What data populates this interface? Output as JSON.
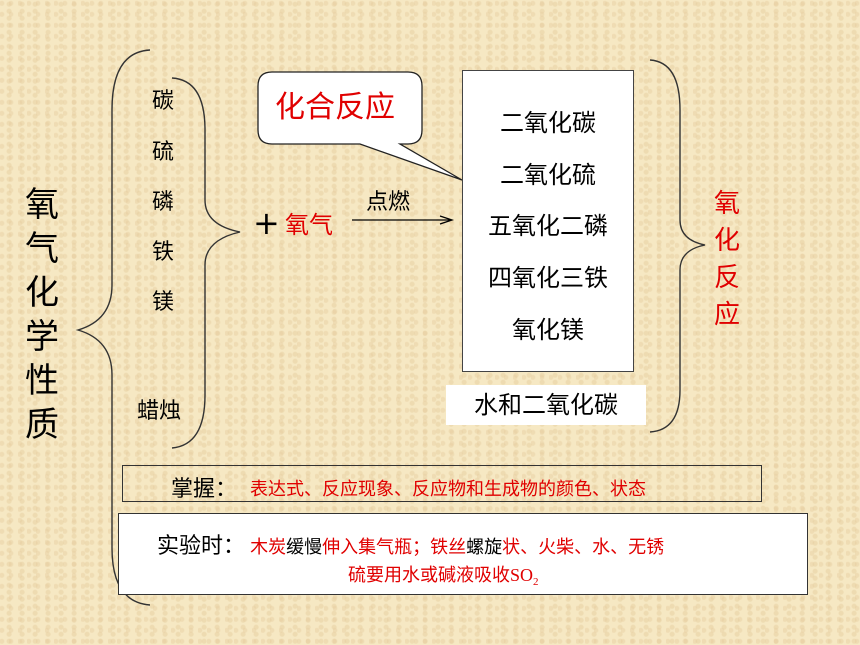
{
  "main_title_chars": [
    "氧",
    "气",
    "化",
    "学",
    "性",
    "质"
  ],
  "reactants": [
    "碳",
    "硫",
    "磷",
    "铁",
    "镁"
  ],
  "candle": "蜡烛",
  "plus": "+",
  "oxygen": "氧气",
  "condition": "点燃",
  "callout": "化合反应",
  "products": [
    "二氧化碳",
    "二氧化硫",
    "五氧化二磷",
    "四氧化三铁",
    "氧化镁"
  ],
  "candle_products": "水和二氧化碳",
  "reaction_type_chars": [
    "氧",
    "化",
    "反",
    "应"
  ],
  "master": {
    "label": "掌握：",
    "text": "表达式、反应现象、反应物和生成物的颜色、状态"
  },
  "experiment": {
    "label": "实验时：",
    "seg1": "木炭",
    "seg2": "缓慢",
    "seg3": "伸入集气瓶；铁丝",
    "seg4": "螺旋",
    "seg5": "状、火柴、水、无锈",
    "line2": "硫要用水或碱液吸收",
    "so": "SO",
    "sub": "2"
  },
  "colors": {
    "red": "#e00000",
    "background": "#f6e8c3"
  }
}
